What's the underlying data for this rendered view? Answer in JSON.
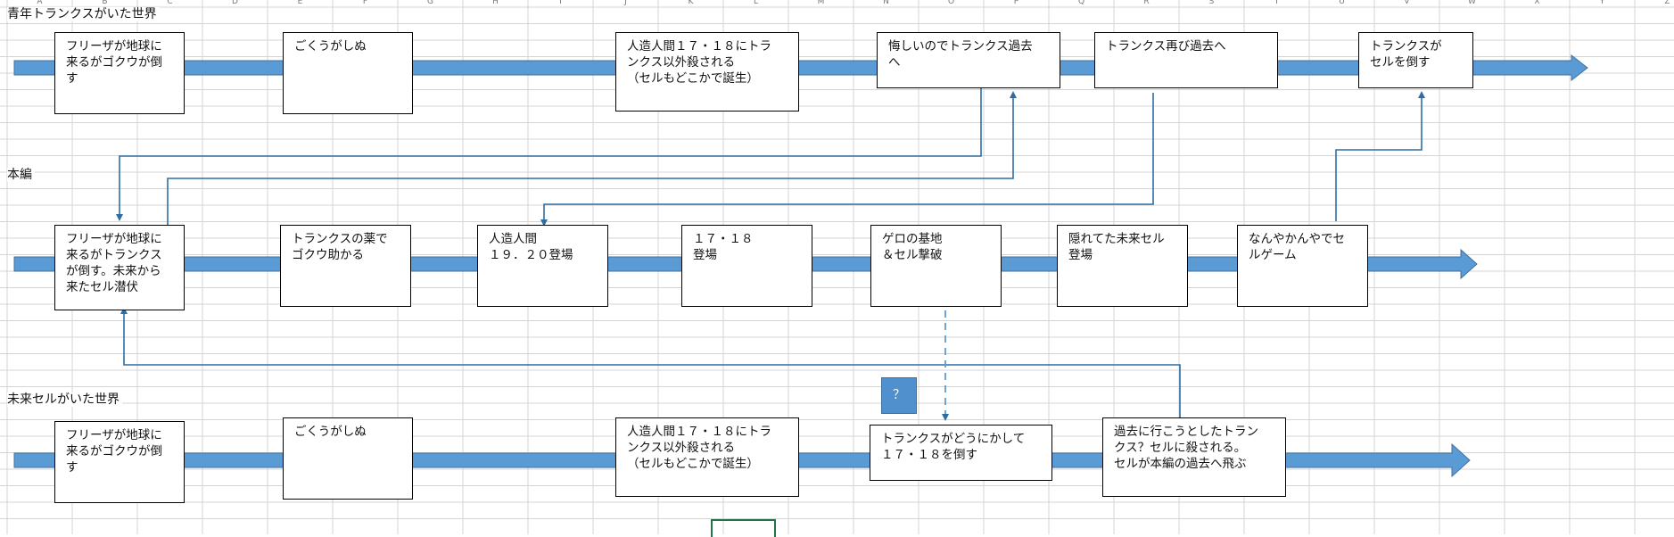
{
  "sheet": {
    "column_letters": [
      "A",
      "B",
      "C",
      "D",
      "E",
      "F",
      "G",
      "H",
      "I",
      "J",
      "K",
      "L",
      "M",
      "N",
      "O",
      "P",
      "Q",
      "R",
      "S",
      "T",
      "U",
      "V",
      "W",
      "X",
      "Y",
      "Z"
    ]
  },
  "rows": {
    "top": {
      "label": "青年トランクスがいた世界",
      "boxes": [
        "フリーザが地球に\n来るがゴクウが倒\nす",
        "ごくうがしぬ",
        "人造人間１７・１８にトラ\nンクス以外殺される\n（セルもどこかで誕生）",
        "悔しいのでトランクス過去\nへ",
        "トランクス再び過去へ",
        "トランクスが\nセルを倒す"
      ]
    },
    "middle": {
      "label": "本編",
      "boxes": [
        "フリーザが地球に\n来るがトランクス\nが倒す。未来から\n来たセル潜伏",
        "トランクスの薬で\nゴクウ助かる",
        "人造人間\n１９．２０登場",
        "１７・１８\n登場",
        "ゲロの基地\n＆セル撃破",
        "隠れてた未来セル\n登場",
        "なんやかんやでセ\nルゲーム"
      ]
    },
    "bottom": {
      "label": "未来セルがいた世界",
      "boxes": [
        "フリーザが地球に\n来るがゴクウが倒\nす",
        "ごくうがしぬ",
        "人造人間１７・１８にトラ\nンクス以外殺される\n（セルもどこかで誕生）",
        "トランクスがどうにかして\n１７・１８を倒す",
        "過去に行こうとしたトラン\nクス？セルに殺される。\nセルが本編の過去へ飛ぶ"
      ]
    }
  },
  "question_box": "？",
  "colors": {
    "timeline": "#5b9bd5",
    "timeline_edge": "#41719c",
    "connector": "#2e6da4",
    "grid": "#d4d4d4",
    "selected_cell": "#217346"
  }
}
